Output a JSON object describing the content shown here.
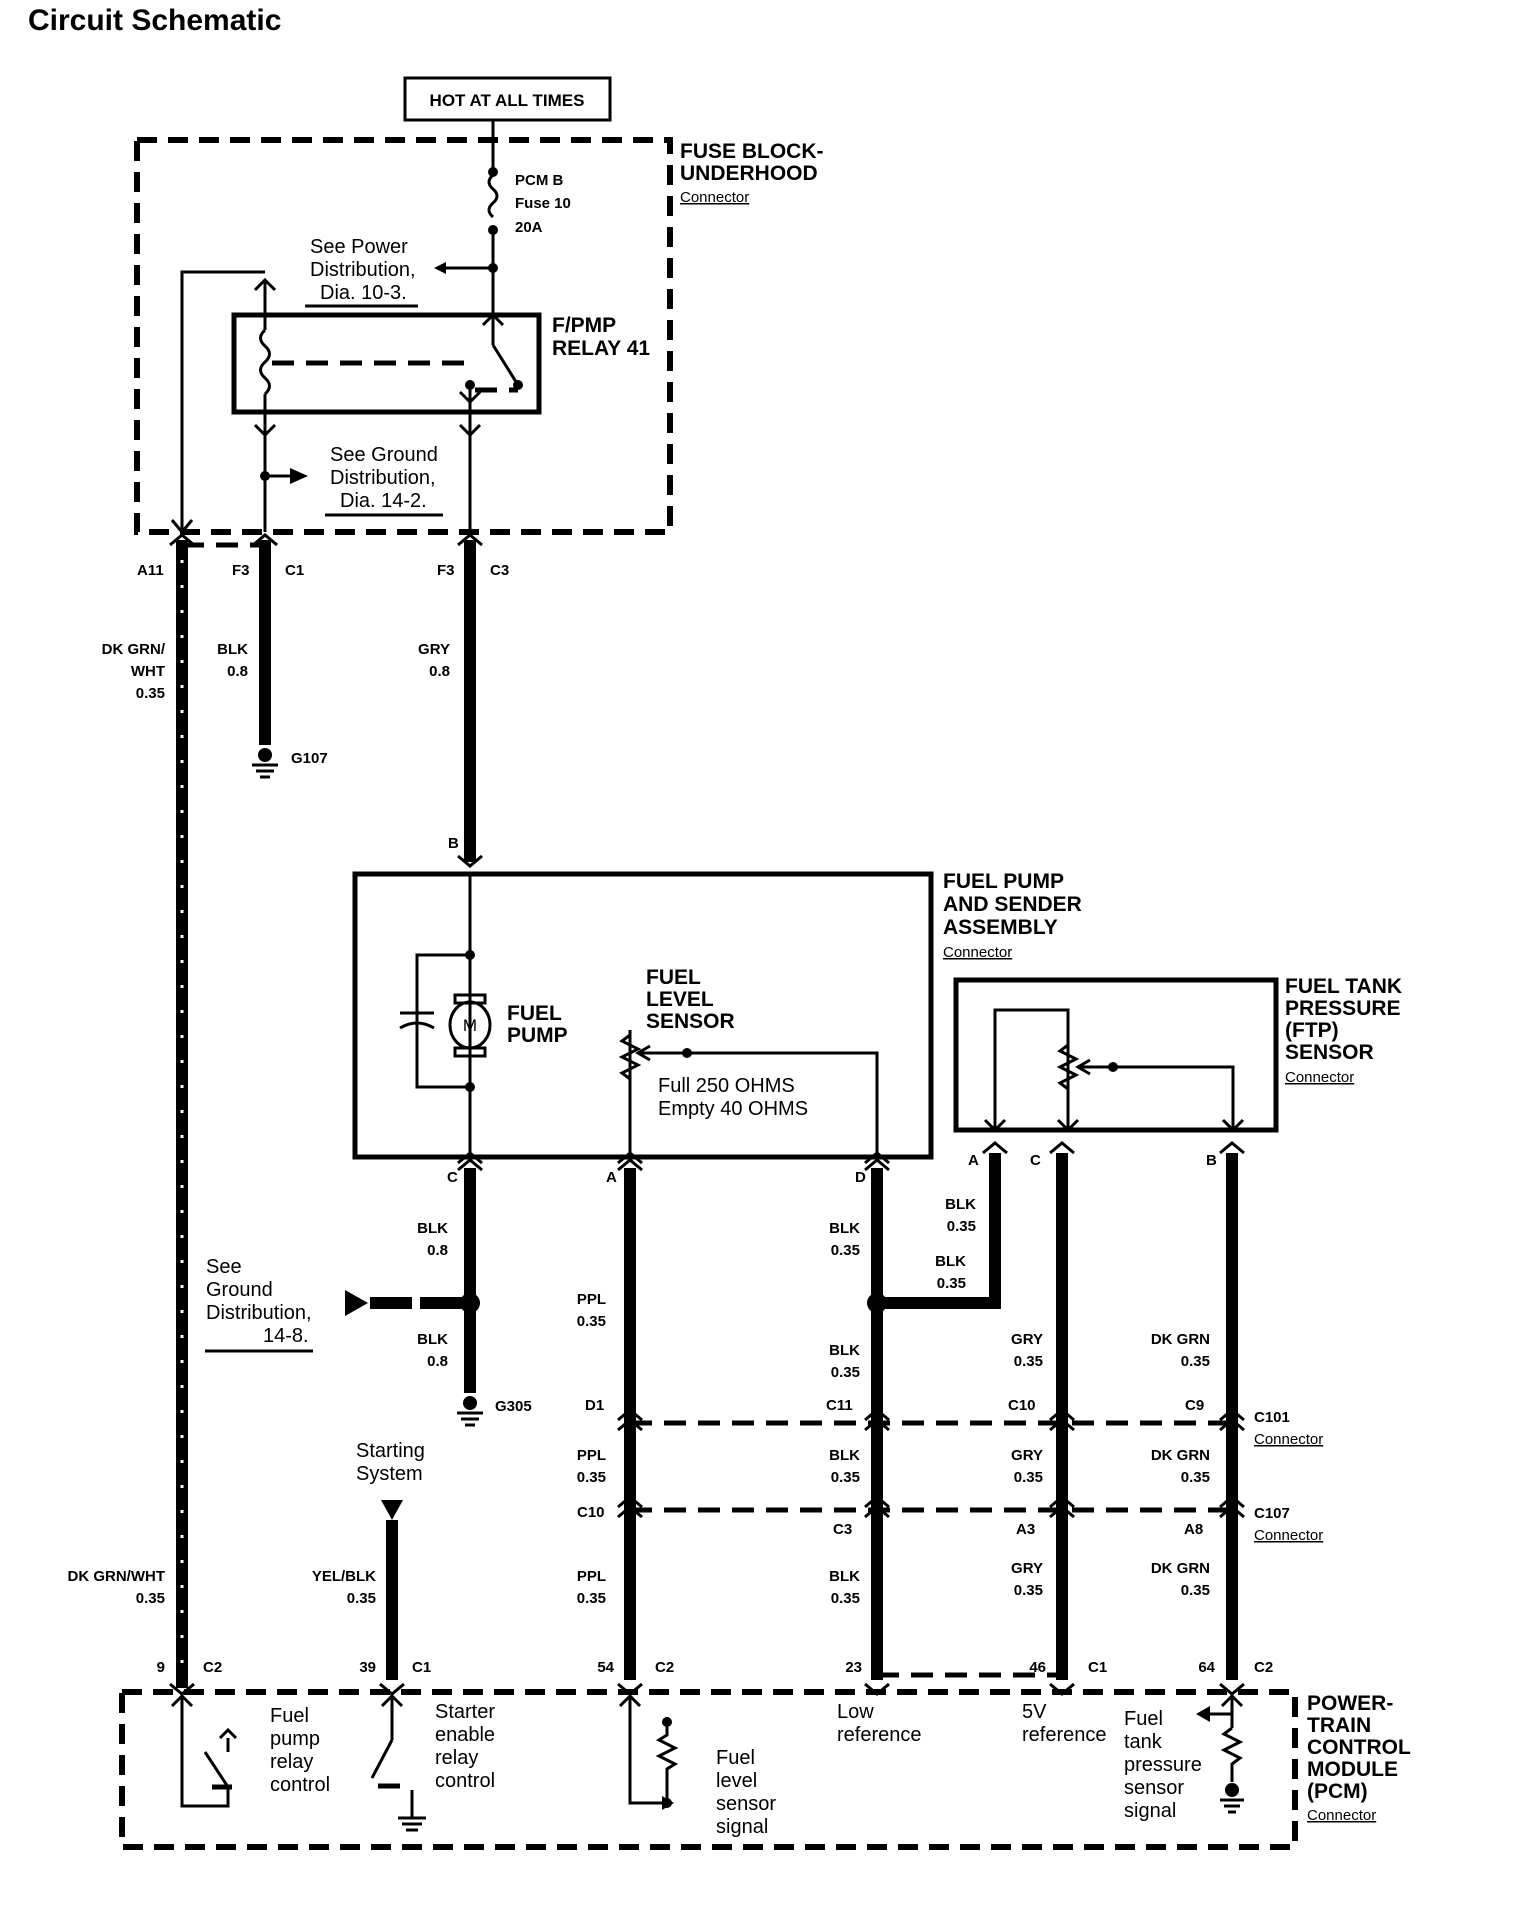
{
  "title": "Circuit Schematic",
  "hot_at_all_times": "HOT AT ALL TIMES",
  "fuse_block": {
    "line1": "FUSE BLOCK-",
    "line2": "UNDERHOOD",
    "sub": "Connector"
  },
  "fuse": {
    "name": "PCM B",
    "number": "Fuse 10",
    "rating": "20A"
  },
  "see_power": {
    "line1": "See Power",
    "line2": "Distribution,",
    "line3": "Dia. 10-3."
  },
  "relay": {
    "line1": "F/PMP",
    "line2": "RELAY 41"
  },
  "see_ground1": {
    "line1": "See Ground",
    "line2": "Distribution,",
    "line3": "Dia. 14-2."
  },
  "pins_top": {
    "a11": "A11",
    "f3a": "F3",
    "c1": "C1",
    "f3b": "F3",
    "c3": "C3"
  },
  "wires": {
    "dkgrnwht_top": {
      "c1": "DK GRN/",
      "c2": "WHT",
      "g": "0.35"
    },
    "blk_top": {
      "c": "BLK",
      "g": "0.8"
    },
    "gry_top": {
      "c": "GRY",
      "g": "0.8"
    },
    "blk_c1": {
      "c": "BLK",
      "g": "0.8"
    },
    "blk_c2": {
      "c": "BLK",
      "g": "0.8"
    },
    "ppl1": {
      "c": "PPL",
      "g": "0.35"
    },
    "ppl2": {
      "c": "PPL",
      "g": "0.35"
    },
    "ppl3": {
      "c": "PPL",
      "g": "0.35"
    },
    "blk_d1": {
      "c": "BLK",
      "g": "0.35"
    },
    "blk_d2": {
      "c": "BLK",
      "g": "0.35"
    },
    "blk_d3": {
      "c": "BLK",
      "g": "0.35"
    },
    "blk_d4": {
      "c": "BLK",
      "g": "0.35"
    },
    "blk_a1": {
      "c": "BLK",
      "g": "0.35"
    },
    "blk_a2": {
      "c": "BLK",
      "g": "0.35"
    },
    "gry1": {
      "c": "GRY",
      "g": "0.35"
    },
    "gry2": {
      "c": "GRY",
      "g": "0.35"
    },
    "gry3": {
      "c": "GRY",
      "g": "0.35"
    },
    "dkgrn1": {
      "c": "DK GRN",
      "g": "0.35"
    },
    "dkgrn2": {
      "c": "DK GRN",
      "g": "0.35"
    },
    "dkgrn3": {
      "c": "DK GRN",
      "g": "0.35"
    },
    "dkgrnwht_bot": {
      "c": "DK GRN/WHT",
      "g": "0.35"
    },
    "yelblk": {
      "c": "YEL/BLK",
      "g": "0.35"
    }
  },
  "grounds": {
    "g107": "G107",
    "g305": "G305"
  },
  "pump_assy": {
    "pin_b": "B",
    "line1": "FUEL PUMP",
    "line2": "AND SENDER",
    "line3": "ASSEMBLY",
    "sub": "Connector",
    "motor": "M",
    "pump1": "FUEL",
    "pump2": "PUMP",
    "pin_c": "C",
    "pin_a": "A",
    "pin_d": "D"
  },
  "level_sensor": {
    "line1": "FUEL",
    "line2": "LEVEL",
    "line3": "SENSOR",
    "full": "Full 250 OHMS",
    "empty": "Empty 40 OHMS"
  },
  "ftp": {
    "line1": "FUEL TANK",
    "line2": "PRESSURE",
    "line3": "(FTP)",
    "line4": "SENSOR",
    "sub": "Connector",
    "pin_a": "A",
    "pin_c": "C",
    "pin_b": "B"
  },
  "see_ground2": {
    "line1": "See",
    "line2": "Ground",
    "line3": "Distribution,",
    "line4": "14-8."
  },
  "starting": {
    "line1": "Starting",
    "line2": "System"
  },
  "c101": {
    "d1": "D1",
    "c11": "C11",
    "c10": "C10",
    "c9": "C9",
    "name": "C101",
    "sub": "Connector"
  },
  "c107": {
    "c10": "C10",
    "c3": "C3",
    "a3": "A3",
    "a8": "A8",
    "name": "C107",
    "sub": "Connector"
  },
  "pcm_pins": {
    "p9": "9",
    "c2a": "C2",
    "p39": "39",
    "c1a": "C1",
    "p54": "54",
    "c2b": "C2",
    "p23": "23",
    "p46": "46",
    "c1b": "C1",
    "p64": "64",
    "c2c": "C2"
  },
  "pcm": {
    "line1": "POWER-",
    "line2": "TRAIN",
    "line3": "CONTROL",
    "line4": "MODULE",
    "line5": "(PCM)",
    "sub": "Connector"
  },
  "pcm_funcs": {
    "fp1": "Fuel",
    "fp2": "pump",
    "fp3": "relay",
    "fp4": "control",
    "se1": "Starter",
    "se2": "enable",
    "se3": "relay",
    "se4": "control",
    "fl1": "Fuel",
    "fl2": "level",
    "fl3": "sensor",
    "fl4": "signal",
    "lr1": "Low",
    "lr2": "reference",
    "vr1": "5V",
    "vr2": "reference",
    "ft1": "Fuel",
    "ft2": "tank",
    "ft3": "pressure",
    "ft4": "sensor",
    "ft5": "signal"
  }
}
